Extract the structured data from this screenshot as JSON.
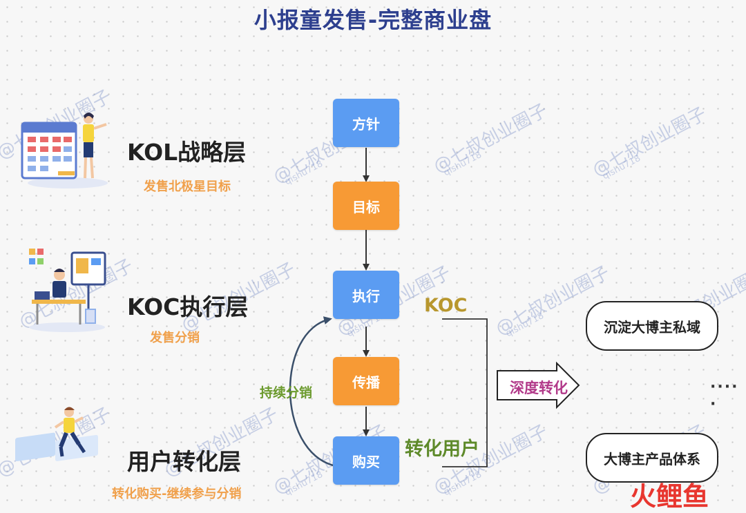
{
  "title": "小报童发售-完整商业盘",
  "layers": [
    {
      "title": "KOL战略层",
      "subtitle": "发售北极星目标"
    },
    {
      "title": "KOC执行层",
      "subtitle": "发售分销"
    },
    {
      "title": "用户转化层",
      "subtitle": "转化购买-继续参与分销"
    }
  ],
  "flow": [
    {
      "label": "方针",
      "color": "#5b9cf2"
    },
    {
      "label": "目标",
      "color": "#f79a35"
    },
    {
      "label": "执行",
      "color": "#5b9cf2"
    },
    {
      "label": "传播",
      "color": "#f79a35"
    },
    {
      "label": "购买",
      "color": "#5b9cf2"
    }
  ],
  "loop_label": "持续分销",
  "koc_label": "KOC",
  "convert_label": "转化用户",
  "arrow_label": "深度转化",
  "outcomes": [
    "沉淀大博主私域",
    "大博主产品体系"
  ],
  "ellipsis": "····  ·",
  "watermark": {
    "text": "@七叔创业圈子",
    "handle": "qishu718"
  },
  "logo": {
    "chars": [
      "火",
      "鲤",
      "鱼"
    ]
  }
}
